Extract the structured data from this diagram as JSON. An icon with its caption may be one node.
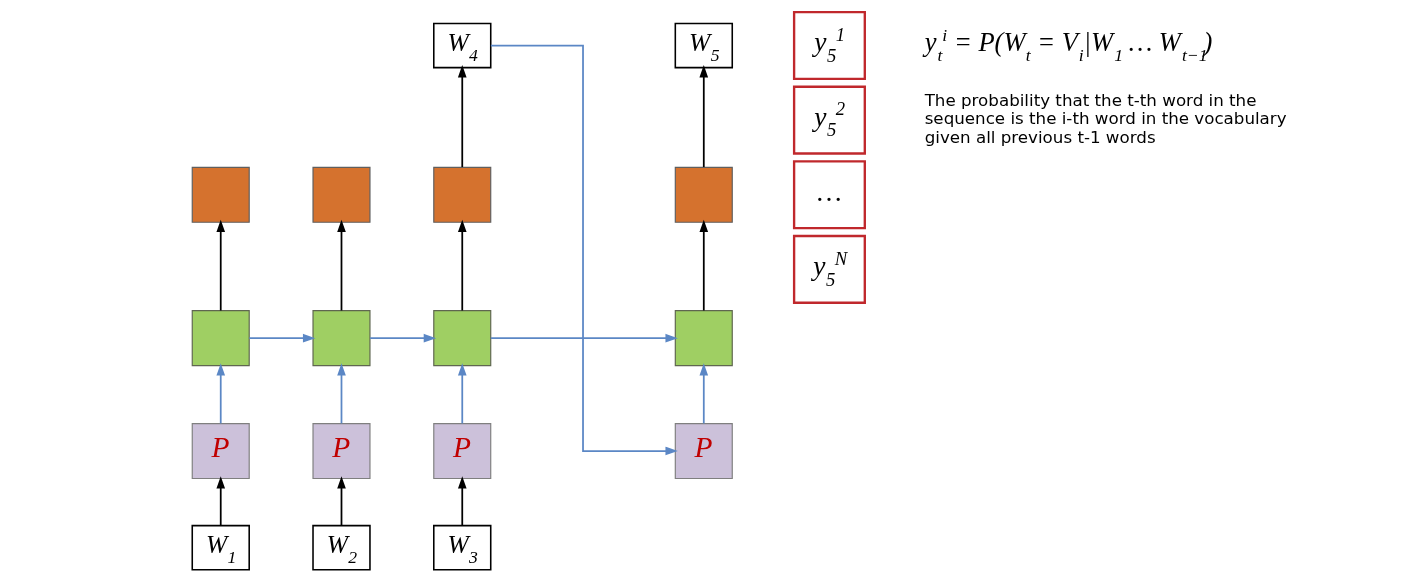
{
  "diagram": {
    "nodes": [
      {
        "text": [
          "W$_{1}$"
        ]
      },
      {
        "text": [
          "W$_{2}$"
        ]
      },
      {
        "text": [
          "W$_{3}$"
        ]
      },
      {
        "text": [
          "P"
        ]
      },
      {
        "text": [
          "P"
        ]
      },
      {
        "text": [
          "P"
        ]
      },
      {
        "text": [
          "P"
        ]
      },
      {
        "text": [],
        "shape": "box"
      },
      {
        "text": [],
        "shape": "box"
      },
      {
        "text": [],
        "shape": "box"
      },
      {
        "text": [],
        "shape": "box"
      },
      {
        "text": [],
        "shape": "box"
      },
      {
        "text": [],
        "shape": "box"
      },
      {
        "text": [],
        "shape": "box"
      },
      {
        "text": [],
        "shape": "box"
      },
      {
        "text": [
          "W$_{4}$"
        ]
      },
      {
        "text": [
          "W$_{5}$"
        ]
      },
      {
        "text": [
          "y$_{5}$$^{1}$"
        ]
      },
      {
        "text": [
          "y$_{5}$$^{2}$"
        ]
      },
      {
        "text": [
          "…"
        ]
      },
      {
        "text": [
          "y$_{5}$$^{N}$"
        ]
      }
    ],
    "edges": [
      {
        "from": 0,
        "to": 3,
        "arrow": "to"
      },
      {
        "from": 1,
        "to": 4,
        "arrow": "to"
      },
      {
        "from": 2,
        "to": 5,
        "arrow": "to"
      },
      {
        "from": 3,
        "to": 7,
        "arrow": "to",
        "color": "#5b87c5"
      },
      {
        "from": 4,
        "to": 8,
        "arrow": "to",
        "color": "#5b87c5"
      },
      {
        "from": 5,
        "to": 9,
        "arrow": "to",
        "color": "#5b87c5"
      },
      {
        "from": 6,
        "to": 10,
        "arrow": "to",
        "color": "#5b87c5"
      },
      {
        "from": 7,
        "to": 8,
        "arrow": "to",
        "color": "#5b87c5"
      },
      {
        "from": 8,
        "to": 9,
        "arrow": "to",
        "color": "#5b87c5"
      },
      {
        "from": 9,
        "to": 10,
        "arrow": "to",
        "color": "#5b87c5"
      },
      {
        "from": 7,
        "to": 11,
        "arrow": "to"
      },
      {
        "from": 8,
        "to": 12,
        "arrow": "to"
      },
      {
        "from": 9,
        "to": 13,
        "arrow": "to"
      },
      {
        "from": 10,
        "to": 14,
        "arrow": "to"
      },
      {
        "from": 13,
        "to": 15,
        "arrow": "to"
      },
      {
        "from": 14,
        "to": 16,
        "arrow": "to"
      },
      {
        "from": 15,
        "to": 6,
        "arrow": "to",
        "color": "#5b87c5"
      }
    ],
    "labels": [
      "y$_{t}$$^{i}$ = P(W$_{t}$ = V$_{i}$|W$_{1}$ … W$_{t−1}$)",
      "The probability that the t-th word in the sequence is the i-th word in the vocabulary given all previous t-1 words"
    ]
  }
}
